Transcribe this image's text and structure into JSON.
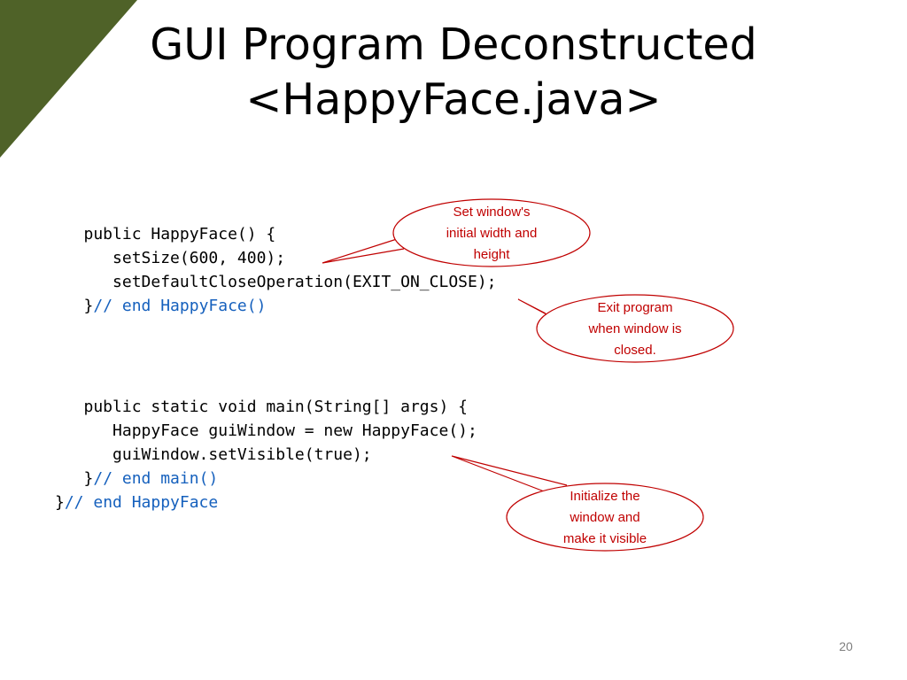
{
  "slide": {
    "title_line1": "GUI Program Deconstructed",
    "title_line2": "<HappyFace.java>",
    "page_number": "20",
    "accent_color": "#4f6228"
  },
  "code": {
    "line1": "   public HappyFace() {",
    "line2": "      setSize(600, 400);",
    "line3": "      setDefaultCloseOperation(EXIT_ON_CLOSE);",
    "line4_code": "   }",
    "line4_comment": "// end HappyFace()",
    "line5": "   public static void main(String[] args) {",
    "line6": "      HappyFace guiWindow = new HappyFace();",
    "line7": "      guiWindow.setVisible(true);",
    "line8_code": "   }",
    "line8_comment": "// end main()",
    "line9_code": "}",
    "line9_comment": "// end HappyFace"
  },
  "callouts": {
    "set_size": [
      "Set window's",
      "initial width and",
      "height"
    ],
    "exit": [
      "Exit program",
      "when window is",
      "closed."
    ],
    "init": [
      "Initialize the",
      "window and",
      "make it visible"
    ],
    "border_color": "#c00000"
  }
}
